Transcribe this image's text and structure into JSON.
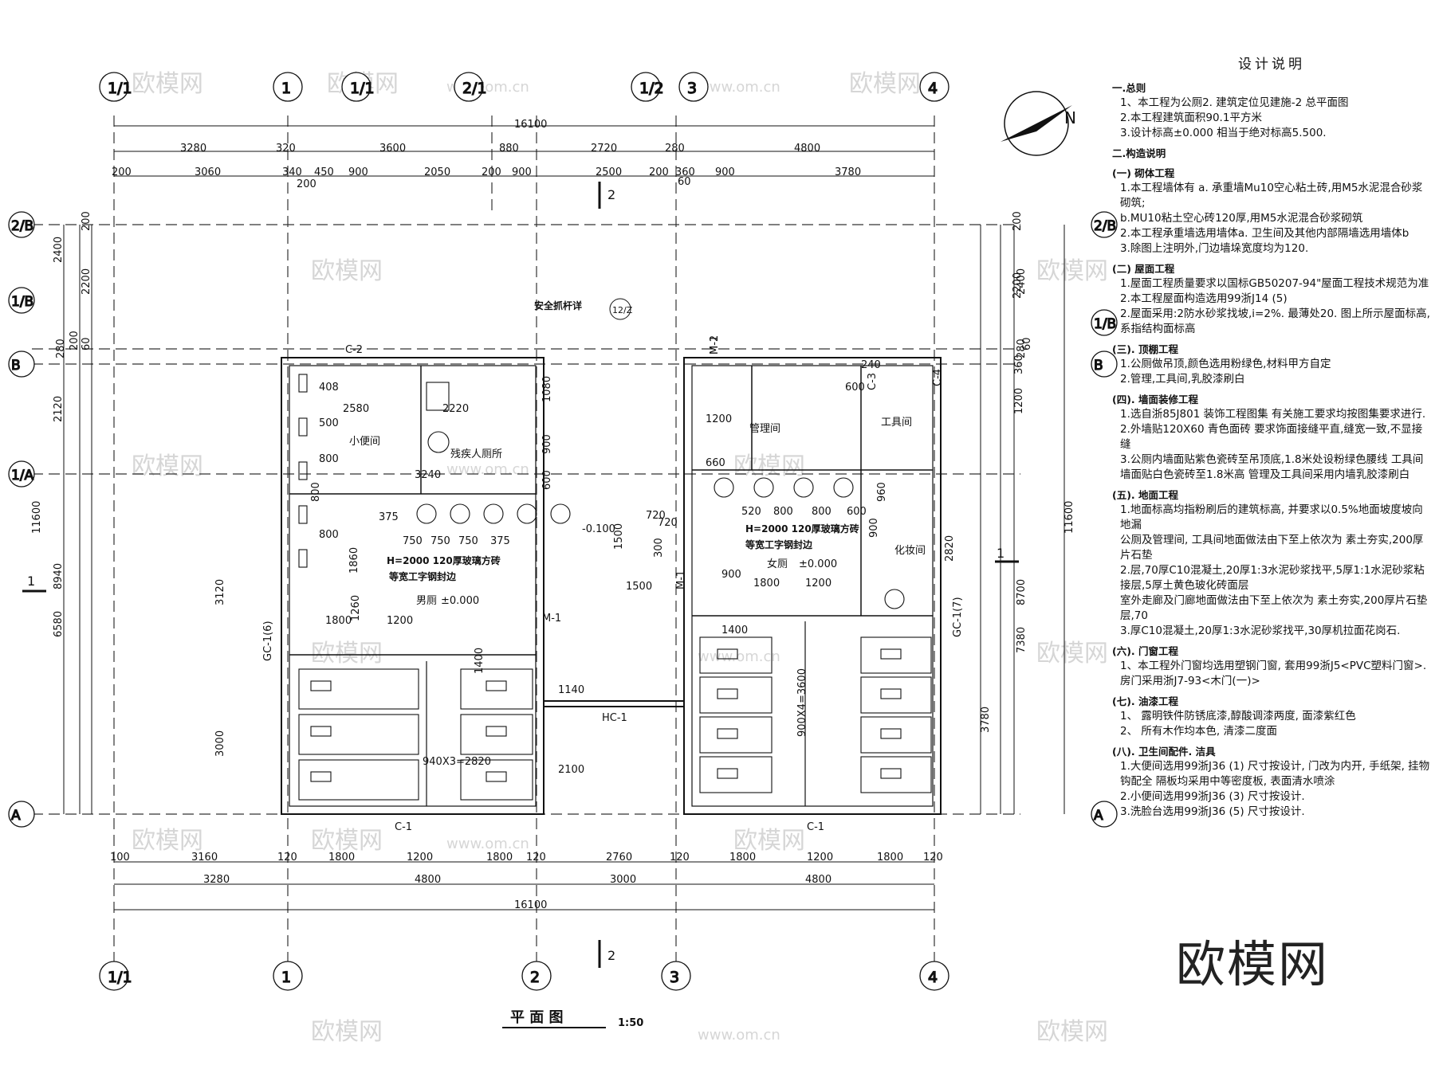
{
  "drawing": {
    "title": "平 面 图",
    "scale": "1:50",
    "section_marker": "2",
    "section_marker_side": "1",
    "north": "N"
  },
  "axes": {
    "top": [
      "1/1",
      "1",
      "1/1",
      "2/1",
      "1/2",
      "3",
      "4"
    ],
    "bottom": [
      "1/1",
      "1",
      "2",
      "3",
      "4"
    ],
    "left": [
      "2/B",
      "1/B",
      "B",
      "1/A",
      "A"
    ],
    "right": [
      "2/B",
      "1/B",
      "B",
      "A"
    ]
  },
  "dims": {
    "top_total": "16100",
    "top_row1": [
      "3280",
      "320",
      "3600",
      "880",
      "2720",
      "280",
      "4800"
    ],
    "top_row2": [
      "200",
      "3060",
      "340",
      "450",
      "900",
      "2050",
      "200",
      "900",
      "2500",
      "200",
      "360",
      "900",
      "3780"
    ],
    "top_small": [
      "200",
      "60"
    ],
    "bottom_row1": [
      "100",
      "3160",
      "120",
      "1800",
      "1200",
      "1800",
      "120",
      "2760",
      "120",
      "1800",
      "1200",
      "1800",
      "120"
    ],
    "bottom_row2": [
      "3280",
      "4800",
      "3000",
      "4800"
    ],
    "bottom_total": "16100",
    "left_outer": [
      "11600"
    ],
    "left_mid": [
      "2400",
      "8940",
      "6580"
    ],
    "left_inner": [
      "200",
      "2200",
      "280",
      "2120",
      "60",
      "200"
    ],
    "right_outer": [
      "11600"
    ],
    "right_mid": [
      "2400",
      "8700",
      "7380"
    ],
    "right_inner": [
      "200",
      "2200",
      "280",
      "360",
      "60",
      "1200"
    ],
    "interior": [
      "2580",
      "2220",
      "3240",
      "1080",
      "900",
      "600",
      "408",
      "500",
      "800",
      "800",
      "800",
      "375",
      "750",
      "750",
      "750",
      "375",
      "1860",
      "3120",
      "1800",
      "1200",
      "1260",
      "1400",
      "940X3=2820",
      "2100",
      "1140",
      "3000",
      "720",
      "1200",
      "660",
      "1500",
      "240",
      "600",
      "520",
      "800",
      "800",
      "600",
      "960",
      "900",
      "2820",
      "720",
      "300",
      "1500",
      "900",
      "1800",
      "1200",
      "1400",
      "900X4=3600",
      "3780",
      "-0.100"
    ]
  },
  "labels": {
    "rooms": [
      "小便间",
      "残疾人厕所",
      "男厕",
      "管理间",
      "工具间",
      "女厕",
      "化妆间"
    ],
    "elevations": [
      "±0.000",
      "±0.000"
    ],
    "notes_in_plan": [
      "安全抓杆详",
      "H=2000 120厚玻璃方砖",
      "等宽工字钢封边",
      "H=2000 120厚玻璃方砖",
      "等宽工字钢封边"
    ],
    "doors_windows": [
      "C-2",
      "C-1",
      "C-1",
      "M-1",
      "M-1",
      "M-2",
      "C-3",
      "C-4",
      "HC-1",
      "GC-1(6)",
      "GC-1(7)",
      "M-1"
    ],
    "detail_ref": "12/Z",
    "watermark": "欧模网",
    "watermark_url": "www.om.cn"
  },
  "notes": {
    "title": "设计说明",
    "sections": [
      {
        "head": "一.总则",
        "items": [
          "1、本工程为公厕2. 建筑定位见建施-2 总平面图",
          "2.本工程建筑面积90.1平方米",
          "3.设计标高±0.000 相当于绝对标高5.500."
        ]
      },
      {
        "head": "二.构造说明",
        "items": []
      },
      {
        "head": "(一) 砌体工程",
        "items": [
          "1.本工程墙体有 a. 承重墙Mu10空心粘土砖,用M5水泥混合砂浆砌筑;",
          "b.MU10粘土空心砖120厚,用M5水泥混合砂浆砌筑",
          "2.本工程承重墙选用墙体a. 卫生间及其他内部隔墙选用墙体b",
          "3.除图上注明外,门边墙垛宽度均为120."
        ]
      },
      {
        "head": "(二) 屋面工程",
        "items": [
          "1.屋面工程质量要求以国标GB50207-94\"屋面工程技术规范为准",
          "2.本工程屋面构造选用99浙J14 (5)",
          "2.屋面采用:2防水砂浆找坡,i=2%. 最薄处20. 图上所示屋面标高,系指结构面标高"
        ]
      },
      {
        "head": "(三). 顶棚工程",
        "items": [
          "1.公厕做吊顶,颜色选用粉绿色,材料甲方自定",
          "2.管理,工具间,乳胶漆刷白"
        ]
      },
      {
        "head": "(四). 墙面装修工程",
        "items": [
          "1.选自浙85J801 装饰工程图集 有关施工要求均按图集要求进行.",
          "2.外墙贴120X60 青色面砖 要求饰面接缝平直,缝宽一致,不显接缝",
          "3.公厕内墙面贴紫色瓷砖至吊顶底,1.8米处设粉绿色腰线 工具间墙面贴白色瓷砖至1.8米高 管理及工具间采用内墙乳胶漆刷白"
        ]
      },
      {
        "head": "(五). 地面工程",
        "items": [
          "1.地面标高均指粉刷后的建筑标高, 并要求以0.5%地面坡度坡向地漏",
          "公厕及管理间, 工具间地面做法由下至上依次为 素土夯实,200厚片石垫",
          "2.层,70厚C10混凝土,20厚1:3水泥砂浆找平,5厚1:1水泥砂浆粘接层,5厚土黄色玻化砖面层",
          "室外走廊及门廊地面做法由下至上依次为 素土夯实,200厚片石垫层,70",
          "3.厚C10混凝土,20厚1:3水泥砂浆找平,30厚机拉面花岗石."
        ]
      },
      {
        "head": "(六). 门窗工程",
        "items": [
          "1、本工程外门窗均选用塑钢门窗, 套用99浙J5<PVC塑料门窗>. 房门采用浙J7-93<木门(一)>"
        ]
      },
      {
        "head": "(七). 油漆工程",
        "items": [
          "1、 露明铁件防锈底漆,醇酸调漆两度, 面漆紫红色",
          "2、 所有木作均本色, 清漆二度面"
        ]
      },
      {
        "head": "(八). 卫生间配件. 洁具",
        "items": [
          "1.大便间选用99浙J36 (1) 尺寸按设计, 门改为内开, 手纸架, 挂物钩配全 隔板均采用中等密度板, 表面清水喷涂",
          "2.小便间选用99浙J36 (3) 尺寸按设计.",
          "3.洗脸台选用99浙J36 (5) 尺寸按设计."
        ]
      }
    ]
  },
  "logo": "欧模网"
}
